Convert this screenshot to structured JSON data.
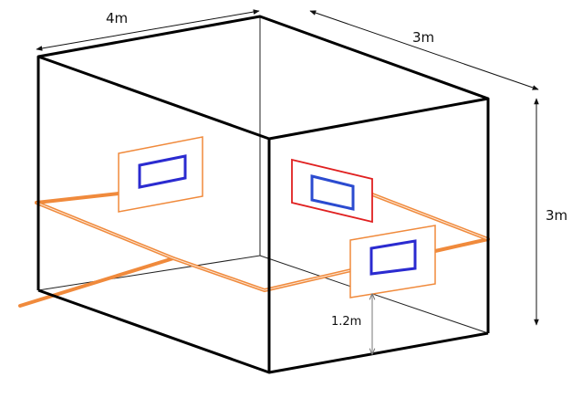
{
  "dimensions": {
    "width_label": "4m",
    "depth_label": "3m",
    "height_label": "3m",
    "mount_height_label": "1.2m"
  },
  "colors": {
    "edge": "#000000",
    "pipe": "#f08a3c",
    "panel_orange": "#f08a3c",
    "panel_red": "#e02020",
    "inner_blue": "#2b2bd0"
  }
}
